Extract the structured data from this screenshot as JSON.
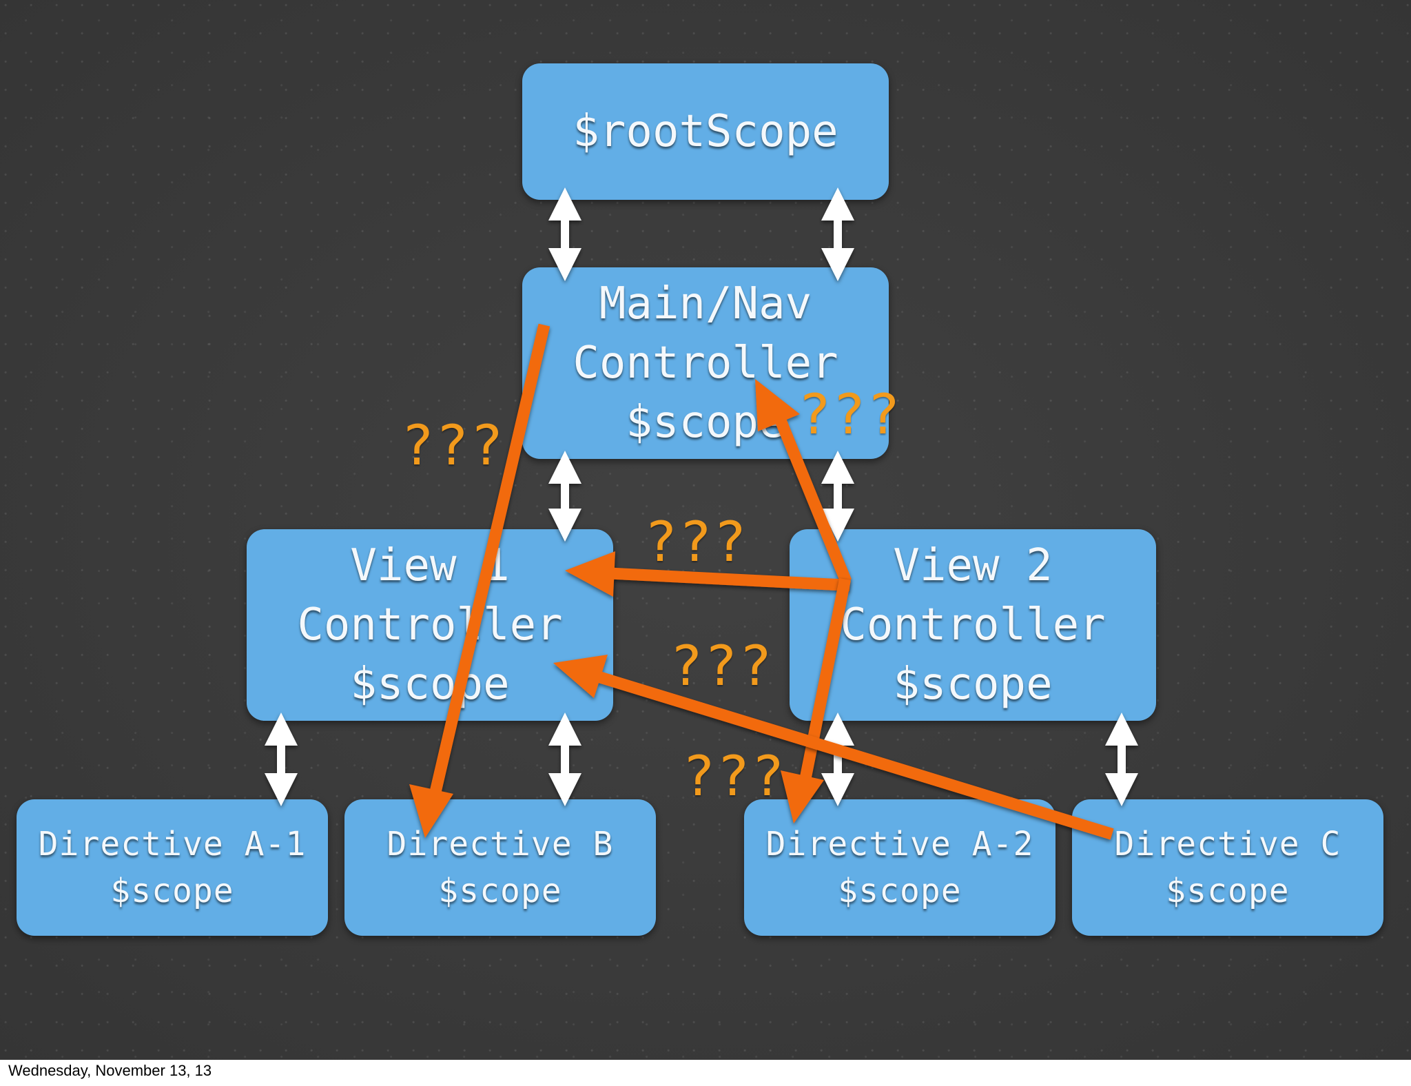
{
  "nodes": {
    "root": [
      "$rootScope"
    ],
    "main_nav": [
      "Main/Nav",
      "Controller",
      "$scope"
    ],
    "view1": [
      "View 1",
      "Controller",
      "$scope"
    ],
    "view2": [
      "View 2",
      "Controller",
      "$scope"
    ],
    "dir_a1": [
      "Directive A-1",
      "$scope"
    ],
    "dir_b": [
      "Directive B",
      "$scope"
    ],
    "dir_a2": [
      "Directive A-2",
      "$scope"
    ],
    "dir_c": [
      "Directive C",
      "$scope"
    ]
  },
  "question_label": "???",
  "footer": "Wednesday, November 13, 13",
  "colors": {
    "background": "#3b3b3b",
    "box": "#62aee6",
    "box_text": "#f4f8fb",
    "orange_arrow": "#f26a10",
    "question_text": "#f29a1c",
    "white_arrow": "#ffffff"
  }
}
